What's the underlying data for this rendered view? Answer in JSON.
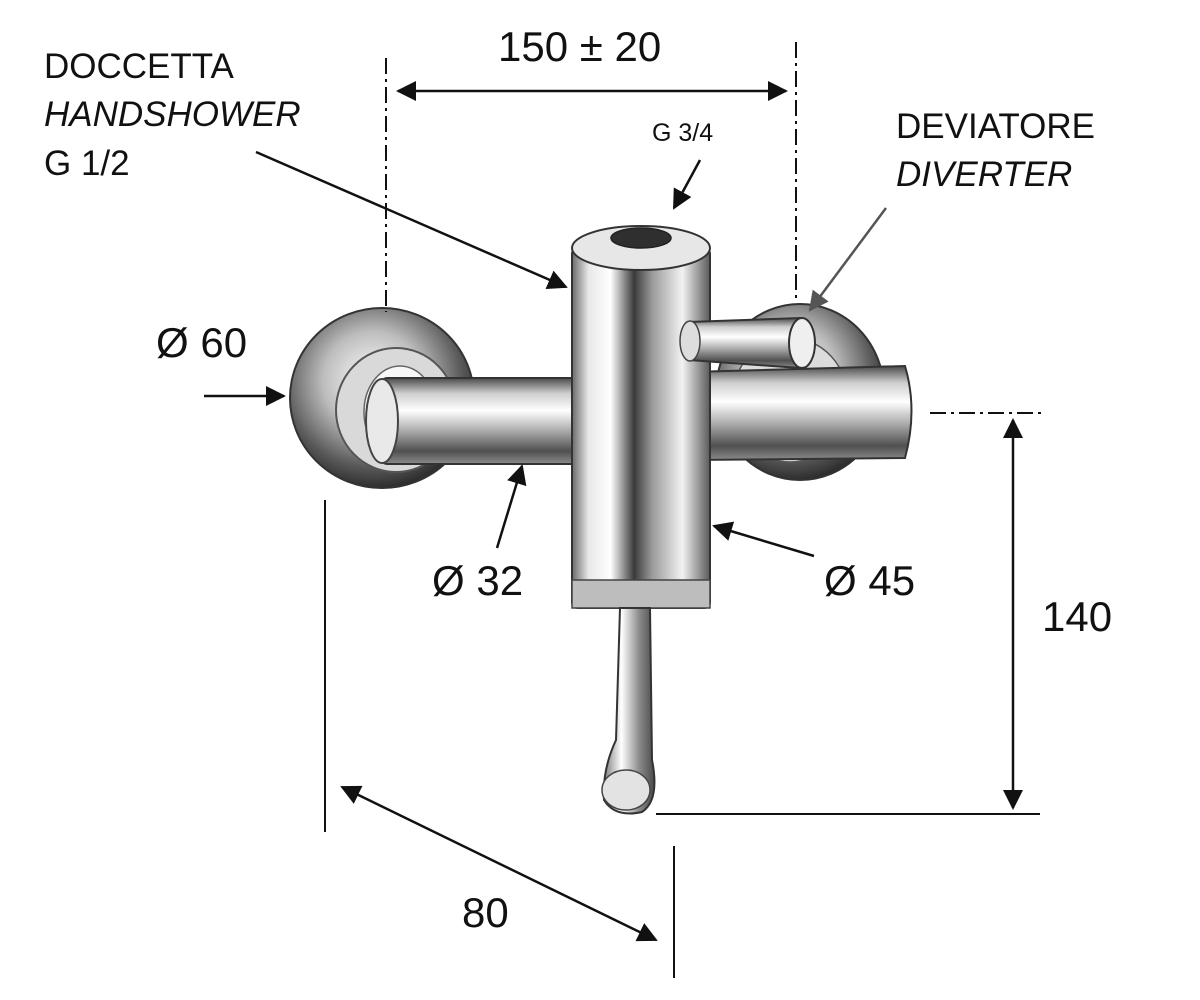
{
  "labels": {
    "handshower_it": "DOCCETTA",
    "handshower_en": "HANDSHOWER",
    "handshower_thread": "G 1/2",
    "top_thread": "G 3/4",
    "diverter_it": "DEVIATORE",
    "diverter_en": "DIVERTER",
    "dim_center_distance": "150 ± 20",
    "dim_wall_flange": "Ø 60",
    "dim_arm": "Ø 32",
    "dim_body": "Ø 45",
    "dim_height": "140",
    "dim_depth": "80"
  },
  "colors": {
    "line": "#111111",
    "chrome_dark": "#3f3f3f",
    "chrome_mid": "#9a9a9a",
    "chrome_light": "#f4f4f4",
    "gray_arrow": "#555555"
  }
}
